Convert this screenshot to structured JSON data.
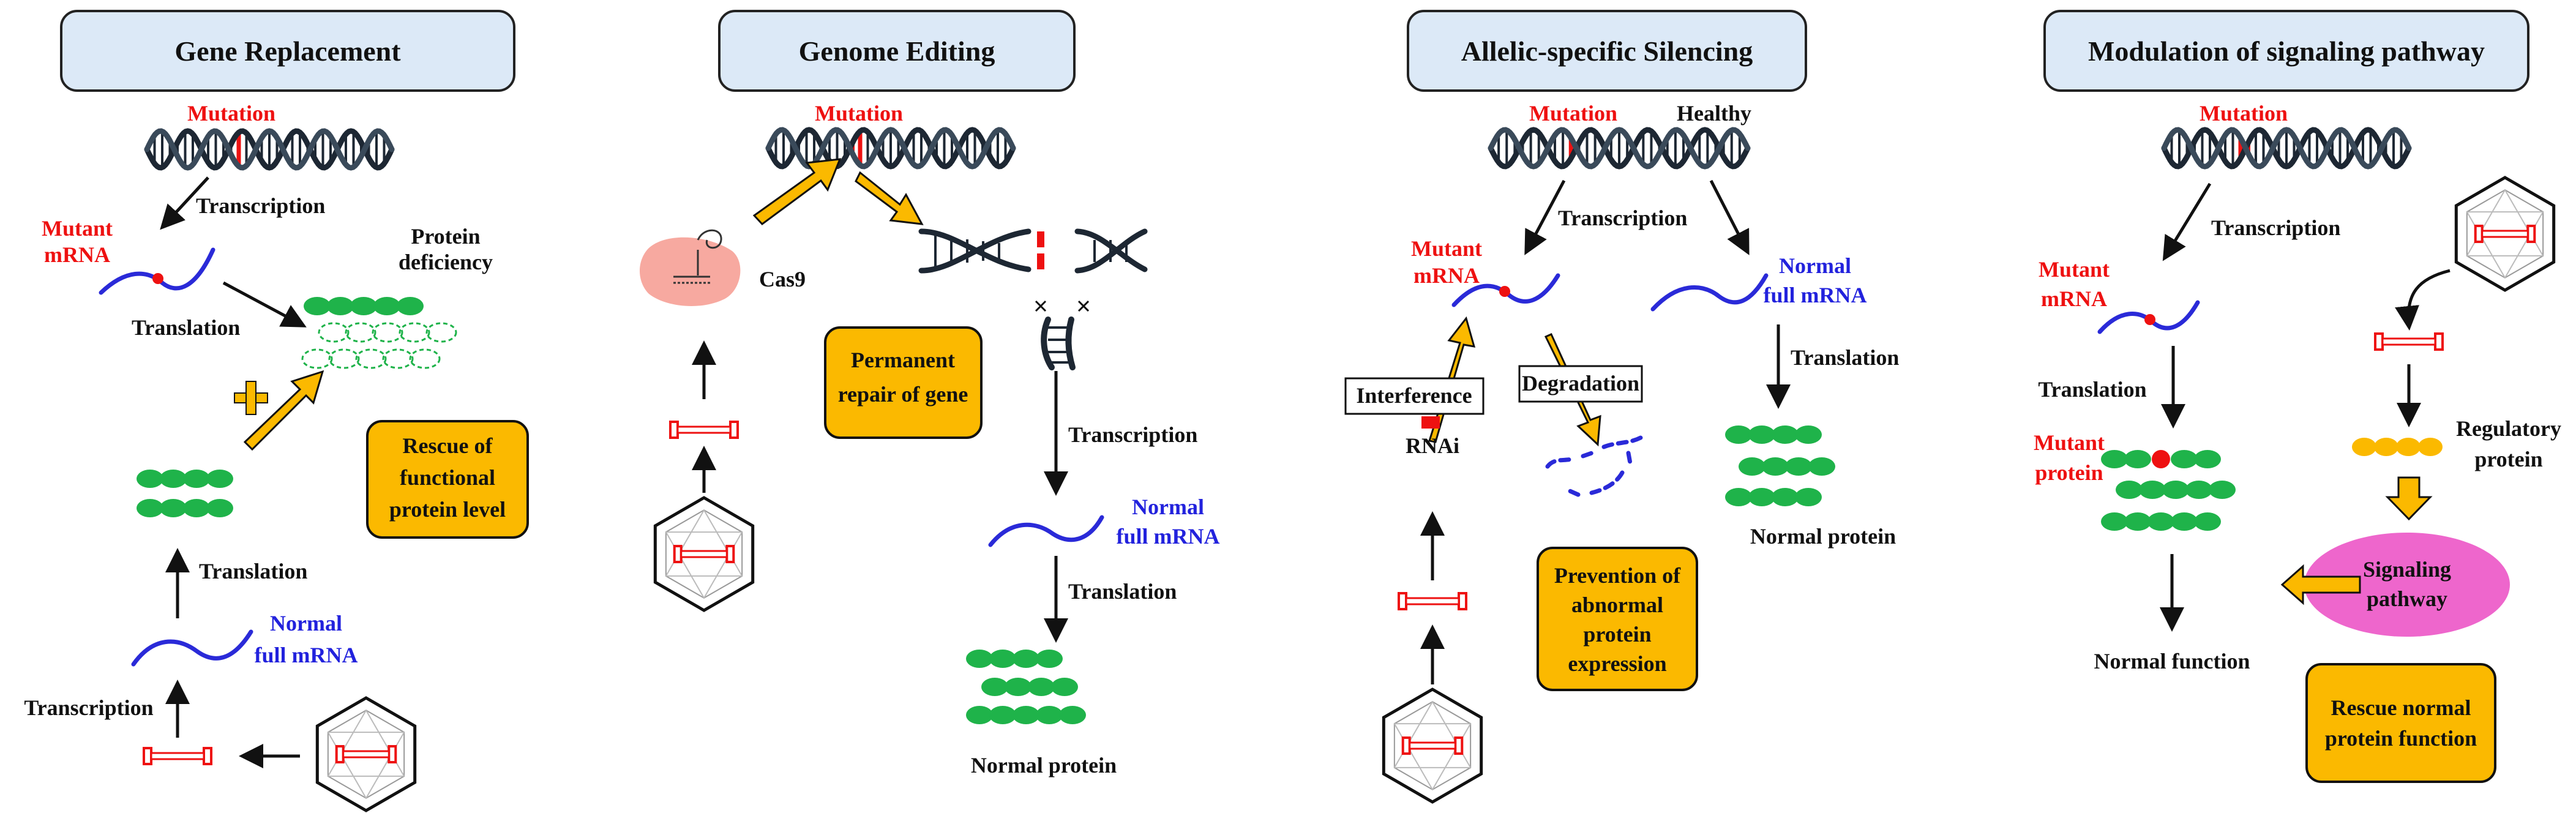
{
  "panels": {
    "gene_replacement": {
      "title": "Gene Replacement",
      "mutation": "Mutation",
      "transcription_top": "Transcription",
      "mutant_mrna": [
        "Mutant",
        "mRNA"
      ],
      "protein_deficiency": [
        "Protein",
        "deficiency"
      ],
      "translation_top": "Translation",
      "rescue_box": [
        "Rescue of",
        "functional",
        "protein level"
      ],
      "translation_bottom": "Translation",
      "normal_mrna": [
        "Normal",
        "full mRNA"
      ],
      "transcription_bottom": "Transcription"
    },
    "genome_editing": {
      "title": "Genome Editing",
      "mutation": "Mutation",
      "cas9": "Cas9",
      "repair_box": [
        "Permanent",
        "repair of gene"
      ],
      "transcription": "Transcription",
      "normal_mrna": [
        "Normal",
        "full mRNA"
      ],
      "translation": "Translation",
      "normal_protein": "Normal protein"
    },
    "allelic_silencing": {
      "title": "Allelic-specific Silencing",
      "mutation": "Mutation",
      "healthy": "Healthy",
      "transcription": "Transcription",
      "mutant_mrna": [
        "Mutant",
        "mRNA"
      ],
      "normal_mrna": [
        "Normal",
        "full mRNA"
      ],
      "interference": "Interference",
      "degradation": "Degradation",
      "translation": "Translation",
      "rnai": "RNAi",
      "normal_protein": "Normal protein",
      "prevention_box": [
        "Prevention of",
        "abnormal",
        "protein",
        "expression"
      ]
    },
    "signaling_modulation": {
      "title": "Modulation of signaling pathway",
      "mutation": "Mutation",
      "transcription": "Transcription",
      "mutant_mrna": [
        "Mutant",
        "mRNA"
      ],
      "translation": "Translation",
      "mutant_protein": [
        "Mutant",
        "protein"
      ],
      "regulatory_protein": [
        "Regulatory",
        "protein"
      ],
      "signaling_pathway": [
        "Signaling",
        "pathway"
      ],
      "normal_function": "Normal function",
      "rescue_box": [
        "Rescue normal",
        "protein function"
      ]
    }
  },
  "colors": {
    "header_fill": "#dce9f7",
    "box_fill": "#fbb900",
    "mutation_red": "#ee1111",
    "mrna_blue": "#2a2ad8",
    "protein_green": "#1fb34a",
    "pathway_pink": "#ee66cc",
    "dna_dark": "#1d2733"
  }
}
